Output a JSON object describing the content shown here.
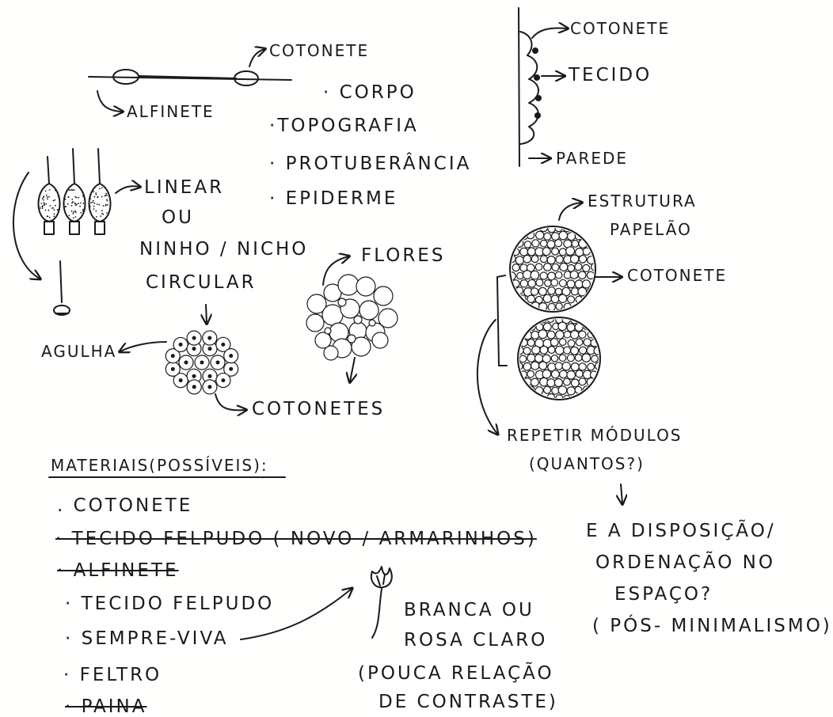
{
  "top_left": {
    "cotonete": "COTONETE",
    "alfinete": "ALFINETE"
  },
  "concepts": [
    "CORPO",
    "TOPOGRAFIA",
    "PROTUBERÂNCIA",
    "EPIDERME"
  ],
  "wall_section": {
    "cotonete": "COTONETE",
    "tecido": "TECIDO",
    "parede": "PAREDE"
  },
  "pins": {
    "linear": "LINEAR",
    "ou": "OU",
    "ninho": "NINHO / NICHO",
    "circular": "CIRCULAR",
    "agulha": "AGULHA",
    "cotonetes": "COTONETES"
  },
  "flowers": {
    "flores": "FLORES"
  },
  "modules": {
    "estrutura": "ESTRUTURA",
    "papelao": "PAPELÃO",
    "cotonete": "COTONETE",
    "repetir": "REPETIR MÓDULOS",
    "quantos": "(QUANTOS?)",
    "disposicao_lines": [
      "E A DISPOSIÇÃO/",
      "ORDENAÇÃO NO",
      "ESPAÇO?",
      "( PÓS- MINIMALISMO)"
    ]
  },
  "materials": {
    "title": "MATERIAIS(POSSÍVEIS):",
    "items": [
      {
        "text": ". COTONETE",
        "struck": false
      },
      {
        "text": "· TECIDO FELPUDO ( NOVO / ARMARINHOS)",
        "struck": true
      },
      {
        "text": "· ALFINETE",
        "struck": true
      },
      {
        "text": "· TECIDO FELPUDO",
        "struck": false
      },
      {
        "text": "· SEMPRE-VIVA",
        "struck": false
      },
      {
        "text": "· FELTRO",
        "struck": false
      },
      {
        "text": "· PAINA",
        "struck": true
      }
    ]
  },
  "flower_note": {
    "lines": [
      "BRANCA OU",
      "ROSA CLARO",
      "(POUCA RELAÇÃO",
      "DE CONTRASTE)"
    ]
  }
}
